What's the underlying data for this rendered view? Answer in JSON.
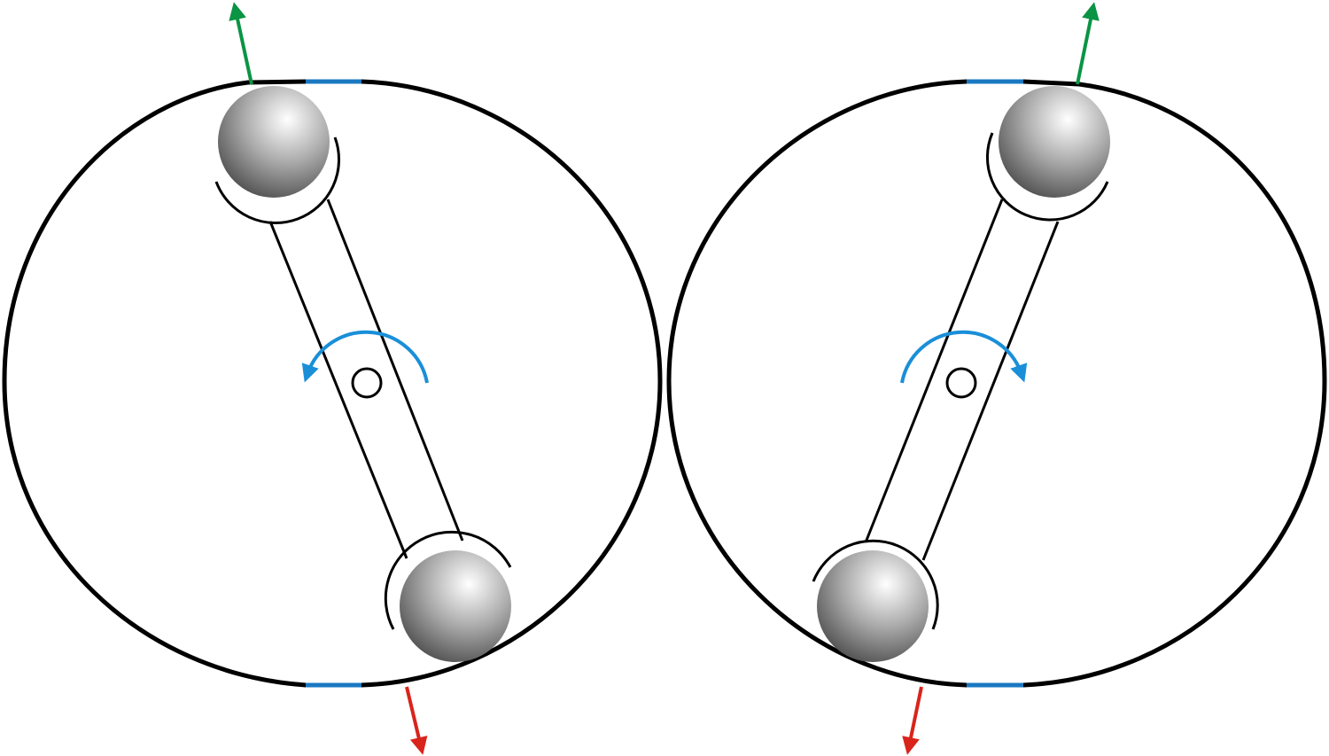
{
  "diagram": {
    "units": 2,
    "colors": {
      "outline": "#000000",
      "seal_segment": "#1a78c2",
      "outward_arrow": "#0a9444",
      "inward_arrow": "#d9241b",
      "rotation_arrow": "#1a8fd8",
      "ball_highlight": "#ffffff",
      "ball_mid": "#a9a9a9",
      "ball_shadow": "#4a4a4a"
    },
    "icons": {
      "outward_arrow": "arrow-up-icon",
      "inward_arrow": "arrow-down-icon",
      "rotation": "curved-arrow-icon",
      "pivot": "circle-icon",
      "ball": "sphere-icon"
    },
    "rotation": [
      "counterclockwise",
      "clockwise"
    ]
  }
}
